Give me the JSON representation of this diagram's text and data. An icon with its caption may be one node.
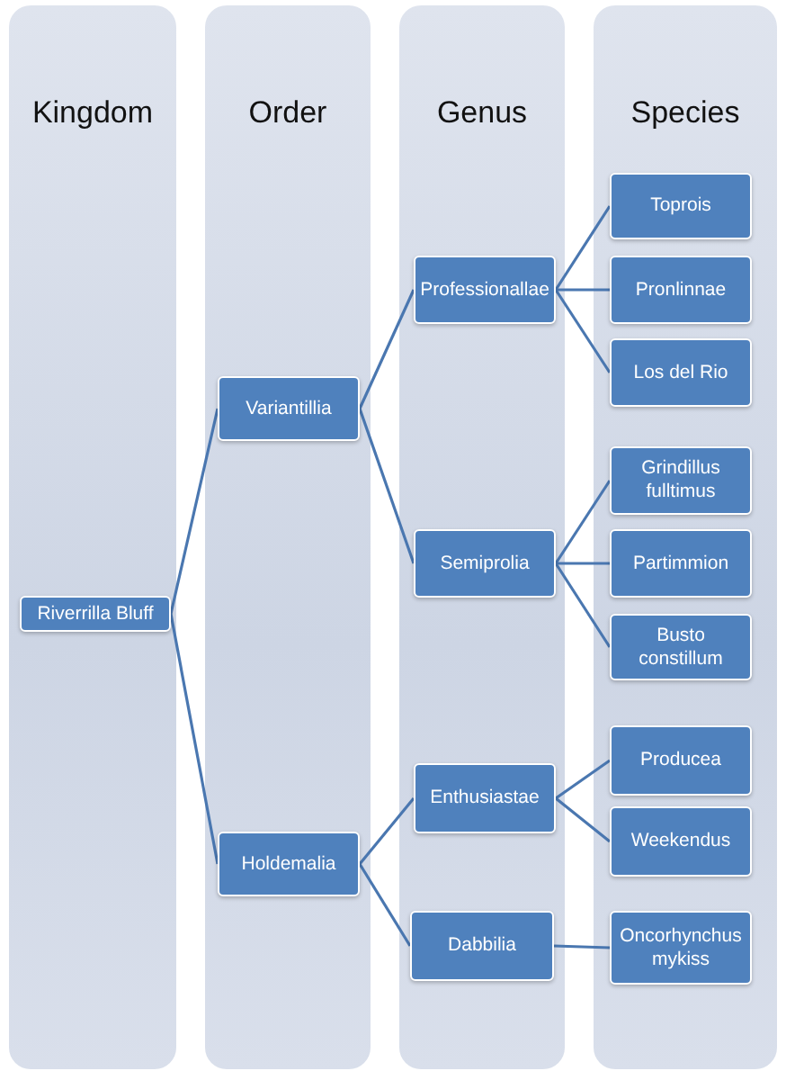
{
  "diagram": {
    "nodes": [
      {
        "text": [
          "Kingdom"
        ]
      },
      {
        "text": [
          "Order"
        ]
      },
      {
        "text": [
          "Genus"
        ]
      },
      {
        "text": [
          "Species"
        ]
      },
      {
        "text": [
          "Riverrilla Bluff"
        ],
        "in": 0
      },
      {
        "text": [
          "Variantillia"
        ],
        "in": 1
      },
      {
        "text": [
          "Holdemalia"
        ],
        "in": 1
      },
      {
        "text": [
          "Professionallae"
        ],
        "in": 2
      },
      {
        "text": [
          "Semiprolia"
        ],
        "in": 2
      },
      {
        "text": [
          "Enthusiastae"
        ],
        "in": 2
      },
      {
        "text": [
          "Dabbilia"
        ],
        "in": 2
      },
      {
        "text": [
          "Toprois"
        ],
        "in": 3
      },
      {
        "text": [
          "Pronlinnae"
        ],
        "in": 3
      },
      {
        "text": [
          "Los del Rio"
        ],
        "in": 3
      },
      {
        "text": [
          "Grindillus fulltimus"
        ],
        "in": 3
      },
      {
        "text": [
          "Partimmion"
        ],
        "in": 3
      },
      {
        "text": [
          "Busto constillum"
        ],
        "in": 3
      },
      {
        "text": [
          "Producea"
        ],
        "in": 3
      },
      {
        "text": [
          "Weekendus"
        ],
        "in": 3
      },
      {
        "text": [
          "Oncorhynchus mykiss"
        ],
        "in": 3
      }
    ],
    "edges": [
      {
        "from": 4,
        "to": 5,
        "arrow": "none"
      },
      {
        "from": 4,
        "to": 6,
        "arrow": "none"
      },
      {
        "from": 5,
        "to": 7,
        "arrow": "none"
      },
      {
        "from": 5,
        "to": 8,
        "arrow": "none"
      },
      {
        "from": 6,
        "to": 9,
        "arrow": "none"
      },
      {
        "from": 6,
        "to": 10,
        "arrow": "none"
      },
      {
        "from": 7,
        "to": 11,
        "arrow": "none"
      },
      {
        "from": 7,
        "to": 12,
        "arrow": "none"
      },
      {
        "from": 7,
        "to": 13,
        "arrow": "none"
      },
      {
        "from": 8,
        "to": 14,
        "arrow": "none"
      },
      {
        "from": 8,
        "to": 15,
        "arrow": "none"
      },
      {
        "from": 8,
        "to": 16,
        "arrow": "none"
      },
      {
        "from": 9,
        "to": 17,
        "arrow": "none"
      },
      {
        "from": 9,
        "to": 18,
        "arrow": "none"
      },
      {
        "from": 10,
        "to": 19,
        "arrow": "none"
      }
    ]
  }
}
